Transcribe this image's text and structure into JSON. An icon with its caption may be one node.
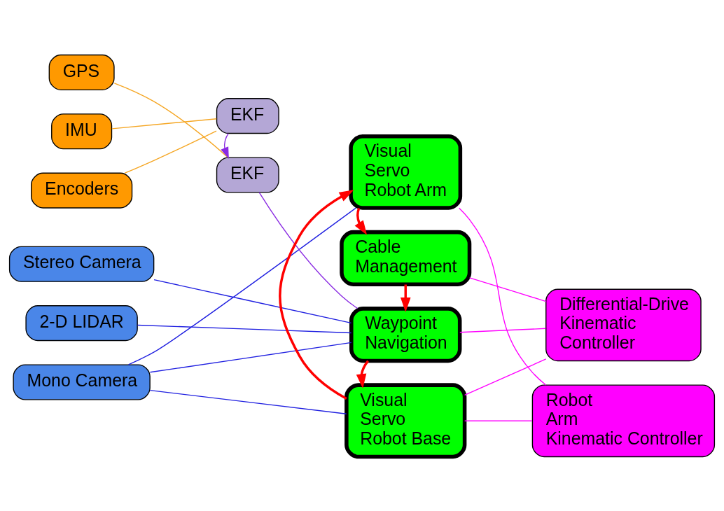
{
  "diagram": {
    "nodes": [
      {
        "text": [
          "GPS"
        ]
      },
      {
        "text": [
          "IMU"
        ]
      },
      {
        "text": [
          "Encoders"
        ]
      },
      {
        "text": [
          "Stereo Camera"
        ]
      },
      {
        "text": [
          "2-D LIDAR"
        ]
      },
      {
        "text": [
          "Mono Camera"
        ]
      },
      {
        "text": [
          "EKF"
        ]
      },
      {
        "text": [
          "EKF"
        ]
      },
      {
        "text": [
          "Waypoint Navigation"
        ]
      },
      {
        "text": [
          "Visual Servo Robot Base"
        ]
      },
      {
        "text": [
          "Visual Servo Robot Arm"
        ]
      },
      {
        "text": [
          "Cable Management"
        ]
      },
      {
        "text": [
          "Differential-Drive Kinematic Controller"
        ]
      },
      {
        "text": [
          "Robot Arm Kinematic Controller"
        ]
      }
    ],
    "edges": [
      {
        "from": 0,
        "to": 6,
        "arrow": "none",
        "color": "#f5a623"
      },
      {
        "from": 1,
        "to": 7,
        "arrow": "none",
        "color": "#f5a623"
      },
      {
        "from": 2,
        "to": 7,
        "arrow": "none",
        "color": "#f5a623"
      },
      {
        "from": 7,
        "to": 6,
        "arrow": "to",
        "color": "#8a2be2"
      },
      {
        "from": 6,
        "to": 8,
        "arrow": "none",
        "color": "#8a2be2"
      },
      {
        "from": 3,
        "to": 8,
        "arrow": "none",
        "color": "#2020e0"
      },
      {
        "from": 4,
        "to": 8,
        "arrow": "none",
        "color": "#2020e0"
      },
      {
        "from": 5,
        "to": 8,
        "arrow": "none",
        "color": "#2020e0"
      },
      {
        "from": 5,
        "to": 9,
        "arrow": "none",
        "color": "#2020e0"
      },
      {
        "from": 5,
        "to": 10,
        "arrow": "none",
        "color": "#2020e0"
      },
      {
        "from": 8,
        "to": 9,
        "arrow": "to",
        "style": "thick",
        "color": "#ff0000"
      },
      {
        "from": 9,
        "to": 10,
        "arrow": "to",
        "style": "thick",
        "color": "#ff0000"
      },
      {
        "from": 10,
        "to": 11,
        "arrow": "to",
        "style": "thick",
        "color": "#ff0000"
      },
      {
        "from": 11,
        "to": 8,
        "arrow": "to",
        "style": "thick",
        "color": "#ff0000"
      },
      {
        "from": 8,
        "to": 12,
        "arrow": "none",
        "color": "#ff00ff"
      },
      {
        "from": 9,
        "to": 12,
        "arrow": "none",
        "color": "#ff00ff"
      },
      {
        "from": 9,
        "to": 13,
        "arrow": "none",
        "color": "#ff00ff"
      },
      {
        "from": 10,
        "to": 13,
        "arrow": "none",
        "color": "#ff00ff"
      },
      {
        "from": 11,
        "to": 12,
        "arrow": "none",
        "color": "#ff00ff"
      }
    ]
  }
}
